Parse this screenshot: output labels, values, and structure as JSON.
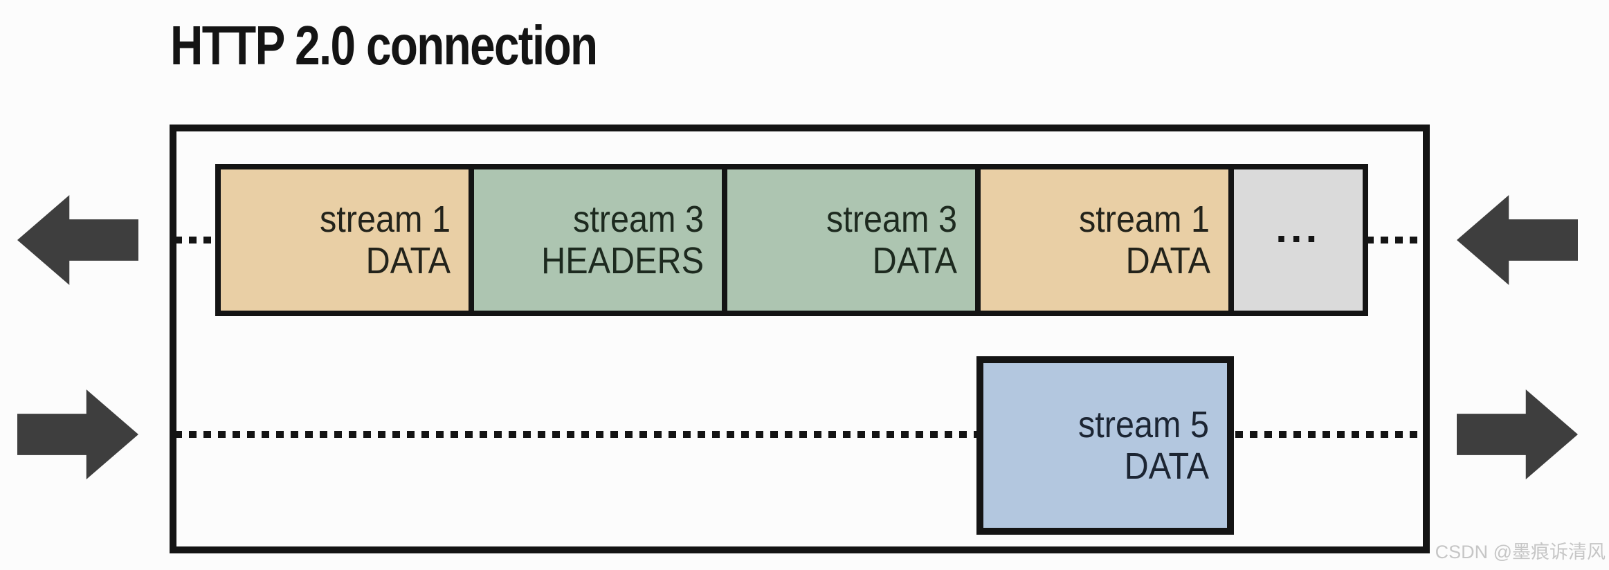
{
  "title": "HTTP 2.0 connection",
  "watermark": "CSDN @墨痕诉清风",
  "colors": {
    "frame_tan": "#e9cfa5",
    "frame_green": "#adc5b1",
    "frame_blue": "#b3c7df",
    "frame_gray": "#dadada",
    "arrow": "#3e3e3e",
    "border": "#141414"
  },
  "connection": {
    "top_row": {
      "direction": "left",
      "frames": [
        {
          "stream": "stream 1",
          "type": "DATA",
          "color_key": "frame_tan"
        },
        {
          "stream": "stream 3",
          "type": "HEADERS",
          "color_key": "frame_green"
        },
        {
          "stream": "stream 3",
          "type": "DATA",
          "color_key": "frame_green"
        },
        {
          "stream": "stream 1",
          "type": "DATA",
          "color_key": "frame_tan"
        },
        {
          "stream": "",
          "type": "...",
          "color_key": "frame_gray"
        }
      ]
    },
    "bottom_row": {
      "direction": "right",
      "frames": [
        {
          "stream": "stream 5",
          "type": "DATA",
          "color_key": "frame_blue"
        }
      ]
    }
  }
}
